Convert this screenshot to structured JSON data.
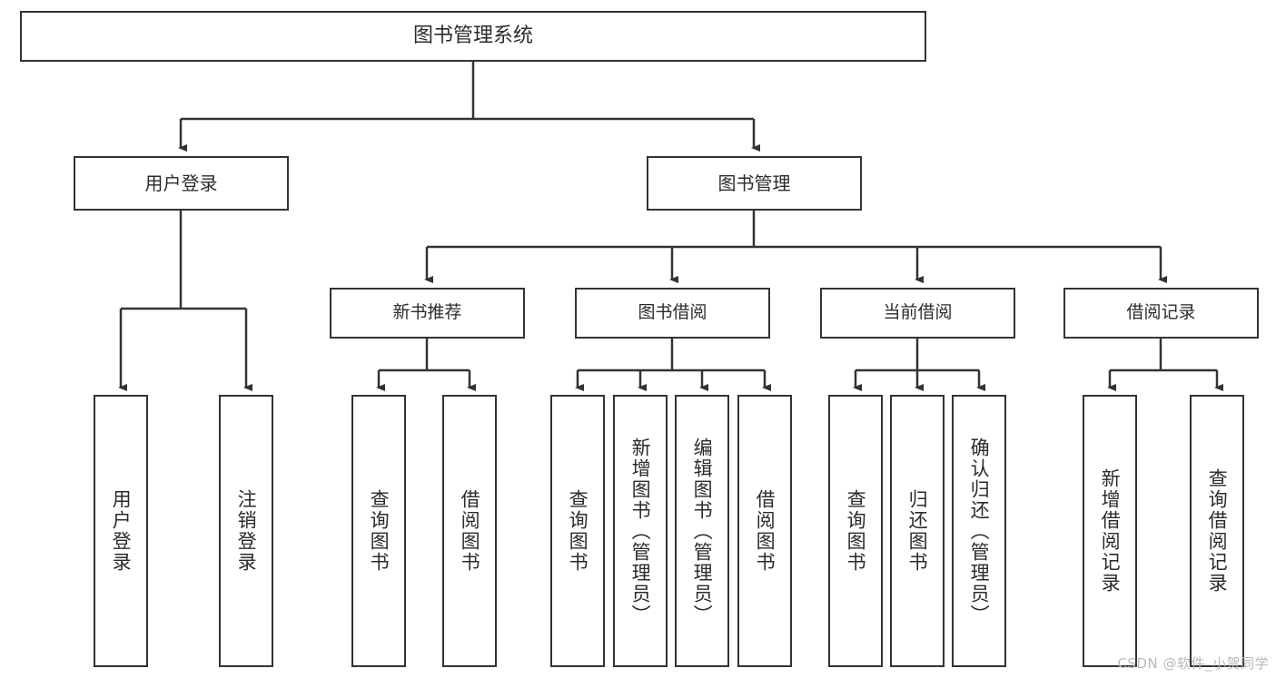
{
  "diagram": {
    "title": "图书管理系统",
    "watermark": "CSDN @软件_小贺同学",
    "colors": {
      "background": "#ffffff",
      "box_border": "#333333",
      "connector": "#333333",
      "text": "#2b2b2b",
      "watermark": "#b9b9b9"
    },
    "root": {
      "label": "图书管理系统"
    },
    "level2": [
      {
        "label": "用户登录"
      },
      {
        "label": "图书管理"
      }
    ],
    "level3": [
      {
        "label": "新书推荐"
      },
      {
        "label": "图书借阅"
      },
      {
        "label": "当前借阅"
      },
      {
        "label": "借阅记录"
      }
    ],
    "leaves": {
      "user_login": [
        {
          "label": "用户登录"
        },
        {
          "label": "注销登录"
        }
      ],
      "new_book_recommend": [
        {
          "label": "查询图书"
        },
        {
          "label": "借阅图书"
        }
      ],
      "book_borrow": [
        {
          "label": "查询图书"
        },
        {
          "label": "新增图书（管理员）"
        },
        {
          "label": "编辑图书（管理员）"
        },
        {
          "label": "借阅图书"
        }
      ],
      "current_borrow": [
        {
          "label": "查询图书"
        },
        {
          "label": "归还图书"
        },
        {
          "label": "确认归还（管理员）"
        }
      ],
      "borrow_record": [
        {
          "label": "新增借阅记录"
        },
        {
          "label": "查询借阅记录"
        }
      ]
    }
  }
}
